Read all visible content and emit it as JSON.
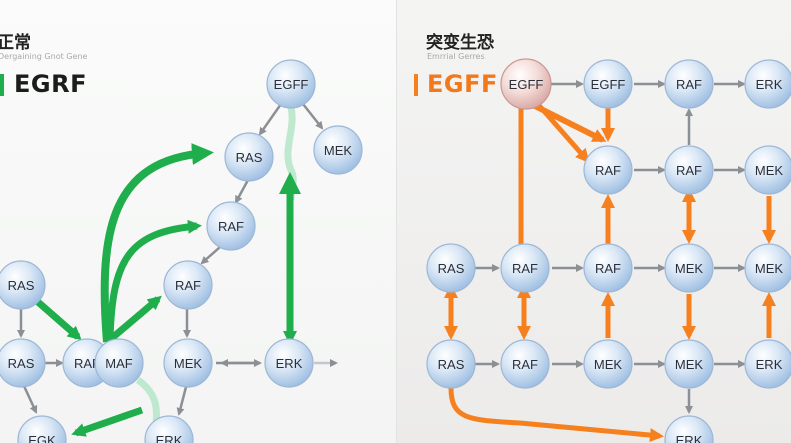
{
  "colors": {
    "normal": "#1fae4b",
    "normal_light": "#bfe9cf",
    "mutant": "#f7801e",
    "gray": "#8c8f94",
    "node_fill": "#cfe0f4",
    "node_stroke": "#9db7d6"
  },
  "left": {
    "title": "正常",
    "subtitle": "Dergaining Gnot Gene",
    "heading": "EGRF",
    "nodes": [
      {
        "id": "L-EGFF",
        "label": "EGFF"
      },
      {
        "id": "L-RAS1",
        "label": "RAS"
      },
      {
        "id": "L-MEK1",
        "label": "MEK"
      },
      {
        "id": "L-RAF1",
        "label": "RAF"
      },
      {
        "id": "L-RAF2",
        "label": "RAF"
      },
      {
        "id": "L-RAS2",
        "label": "RAS"
      },
      {
        "id": "L-RAS3",
        "label": "RAS"
      },
      {
        "id": "L-RAF3",
        "label": "RAF"
      },
      {
        "id": "L-MAF",
        "label": "MAF"
      },
      {
        "id": "L-MEK2",
        "label": "MEK"
      },
      {
        "id": "L-ERK1",
        "label": "ERK"
      },
      {
        "id": "L-EGK",
        "label": "EGK"
      },
      {
        "id": "L-ERK2",
        "label": "ERK"
      }
    ]
  },
  "right": {
    "title": "突变生恐",
    "subtitle": "Emrrial Gerres",
    "heading": "EGFF",
    "nodes": [
      {
        "id": "R-EGFF1",
        "label": "EGFF"
      },
      {
        "id": "R-EGFF2",
        "label": "EGFF"
      },
      {
        "id": "R-RAF1",
        "label": "RAF"
      },
      {
        "id": "R-ERK1",
        "label": "ERK"
      },
      {
        "id": "R-RAF2",
        "label": "RAF"
      },
      {
        "id": "R-RAF3",
        "label": "RAF"
      },
      {
        "id": "R-MEK1",
        "label": "MEK"
      },
      {
        "id": "R-RAS1",
        "label": "RAS"
      },
      {
        "id": "R-RAF4",
        "label": "RAF"
      },
      {
        "id": "R-RAF5",
        "label": "RAF"
      },
      {
        "id": "R-MEK2",
        "label": "MEK"
      },
      {
        "id": "R-MEK3",
        "label": "MEK"
      },
      {
        "id": "R-RAS2",
        "label": "RAS"
      },
      {
        "id": "R-RAF6",
        "label": "RAF"
      },
      {
        "id": "R-MEK4",
        "label": "MEK"
      },
      {
        "id": "R-MEK5",
        "label": "MEK"
      },
      {
        "id": "R-ERK2",
        "label": "ERK"
      },
      {
        "id": "R-ERK3",
        "label": "ERK"
      }
    ]
  }
}
